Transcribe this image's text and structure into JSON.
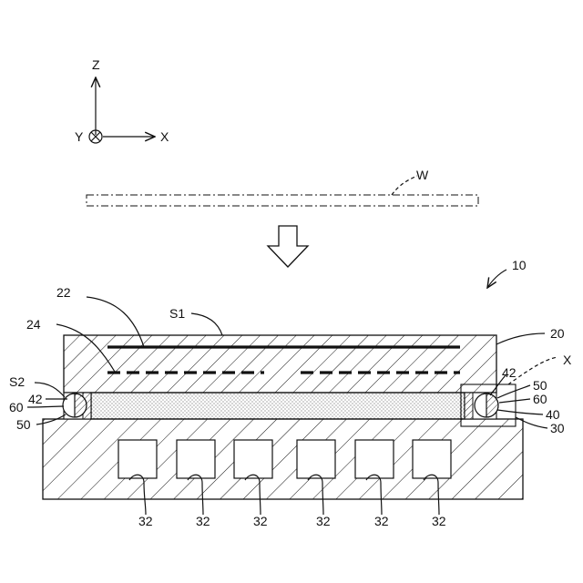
{
  "axes": {
    "z": "Z",
    "y": "Y",
    "x": "X"
  },
  "labels": {
    "wafer": "W",
    "assembly": "10",
    "upper_plate": "20",
    "electrode_upper": "22",
    "electrode_lower": "24",
    "base": "30",
    "cavity": "32",
    "seal_layer": "40",
    "ring_inner": "42",
    "ring_outer": "50",
    "ring_part": "60",
    "surface_top": "S1",
    "surface_side": "S2",
    "detail_ref": "X"
  }
}
